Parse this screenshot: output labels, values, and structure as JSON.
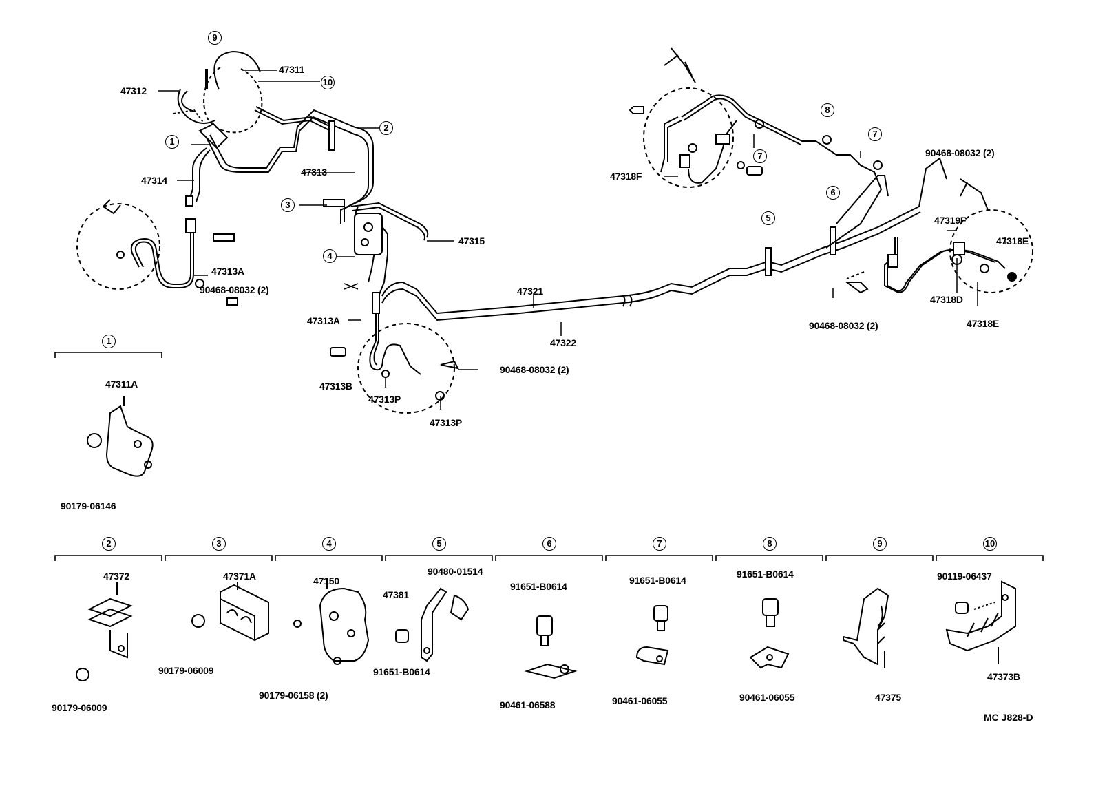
{
  "diagram_code": "MC J828-D",
  "callouts": [
    "1",
    "2",
    "3",
    "4",
    "5",
    "6",
    "7",
    "7",
    "8",
    "9",
    "10"
  ],
  "main_labels": {
    "p47311": "47311",
    "p47312": "47312",
    "p47313": "47313",
    "p47314": "47314",
    "p47313A_a": "47313A",
    "p90468_a": "90468-08032 (2)",
    "p47315": "47315",
    "p47313A_b": "47313A",
    "p47313B": "47313B",
    "p47313P_a": "47313P",
    "p47313P_b": "47313P",
    "p90468_b": "90468-08032 (2)",
    "p47321": "47321",
    "p47322": "47322",
    "p47318F": "47318F",
    "p90468_c": "90468-08032 (2)",
    "p47319F": "47319F",
    "p47318E_a": "47318E",
    "p47318D": "47318D",
    "p47318E_b": "47318E",
    "p90468_d": "90468-08032 (2)"
  },
  "groups": [
    {
      "num": "1",
      "parts": [
        "47311A",
        "90179-06146"
      ]
    },
    {
      "num": "2",
      "parts": [
        "47372",
        "90179-06009"
      ]
    },
    {
      "num": "3",
      "parts": [
        "47371A",
        "90179-06009"
      ]
    },
    {
      "num": "4",
      "parts": [
        "47150",
        "90179-06158 (2)"
      ]
    },
    {
      "num": "5",
      "parts": [
        "90480-01514",
        "47381",
        "91651-B0614"
      ]
    },
    {
      "num": "6",
      "parts": [
        "91651-B0614",
        "90461-06588"
      ]
    },
    {
      "num": "7",
      "parts": [
        "91651-B0614",
        "90461-06055"
      ]
    },
    {
      "num": "8",
      "parts": [
        "91651-B0614",
        "90461-06055"
      ]
    },
    {
      "num": "9",
      "parts": [
        "47375"
      ]
    },
    {
      "num": "10",
      "parts": [
        "90119-06437",
        "47373B"
      ]
    }
  ]
}
